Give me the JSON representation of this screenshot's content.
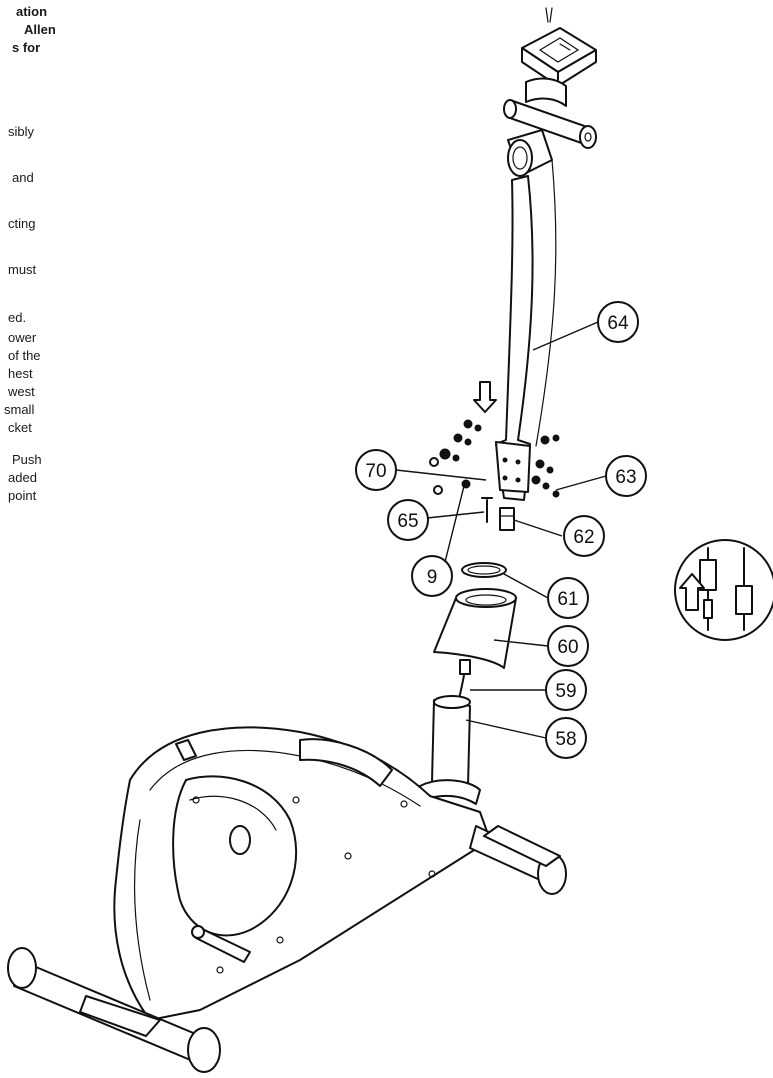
{
  "instructions": {
    "fragments": [
      {
        "text": "ation",
        "bold": true
      },
      {
        "text": "Allen",
        "bold": true
      },
      {
        "text": "s for",
        "bold": true
      },
      {
        "text": "sibly",
        "bold": false
      },
      {
        "text": "and",
        "bold": false
      },
      {
        "text": "cting",
        "bold": false
      },
      {
        "text": "must",
        "bold": false
      },
      {
        "text": "ed.",
        "bold": false
      },
      {
        "text": "ower",
        "bold": false
      },
      {
        "text": "of  the",
        "bold": false
      },
      {
        "text": "hest",
        "bold": false
      },
      {
        "text": "west",
        "bold": false
      },
      {
        "text": "small",
        "bold": false
      },
      {
        "text": "cket",
        "bold": false
      },
      {
        "text": "Push",
        "bold": false
      },
      {
        "text": "aded",
        "bold": false
      },
      {
        "text": "point",
        "bold": false
      }
    ]
  },
  "diagram": {
    "part_callouts": [
      "64",
      "70",
      "63",
      "65",
      "62",
      "9",
      "61",
      "60",
      "59",
      "58"
    ],
    "detail_inset_icon": "cable-connector-detail-icon",
    "direction_arrow_icon": "down-arrow-icon"
  }
}
